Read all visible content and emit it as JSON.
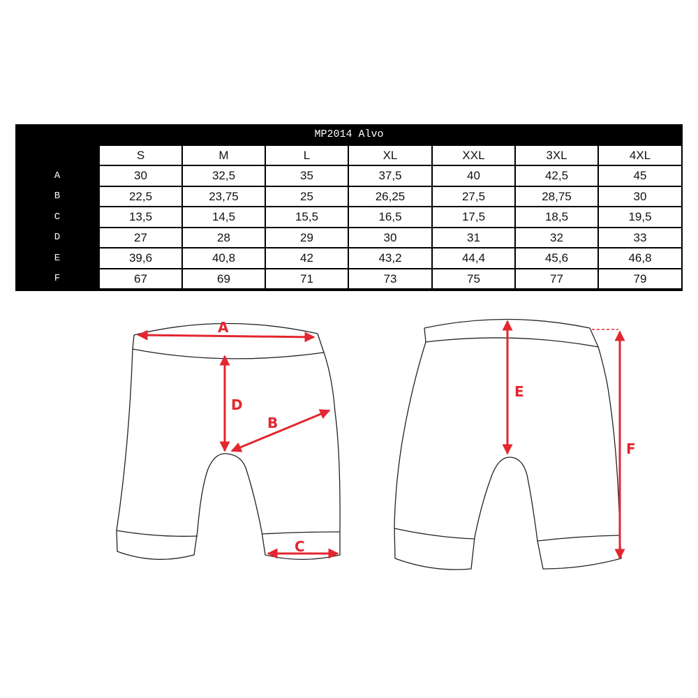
{
  "table": {
    "title": "MP2014 Alvo",
    "sizes": [
      "S",
      "M",
      "L",
      "XL",
      "XXL",
      "3XL",
      "4XL"
    ],
    "rows": [
      {
        "label": "A",
        "values": [
          "30",
          "32,5",
          "35",
          "37,5",
          "40",
          "42,5",
          "45"
        ]
      },
      {
        "label": "B",
        "values": [
          "22,5",
          "23,75",
          "25",
          "26,25",
          "27,5",
          "28,75",
          "30"
        ]
      },
      {
        "label": "C",
        "values": [
          "13,5",
          "14,5",
          "15,5",
          "16,5",
          "17,5",
          "18,5",
          "19,5"
        ]
      },
      {
        "label": "D",
        "values": [
          "27",
          "28",
          "29",
          "30",
          "31",
          "32",
          "33"
        ]
      },
      {
        "label": "E",
        "values": [
          "39,6",
          "40,8",
          "42",
          "43,2",
          "44,4",
          "45,6",
          "46,8"
        ]
      },
      {
        "label": "F",
        "values": [
          "67",
          "69",
          "71",
          "73",
          "75",
          "77",
          "79"
        ]
      }
    ]
  },
  "diagram": {
    "labels": {
      "A": "A",
      "B": "B",
      "C": "C",
      "D": "D",
      "E": "E",
      "F": "F"
    },
    "arrow_color": "#e3262f"
  }
}
